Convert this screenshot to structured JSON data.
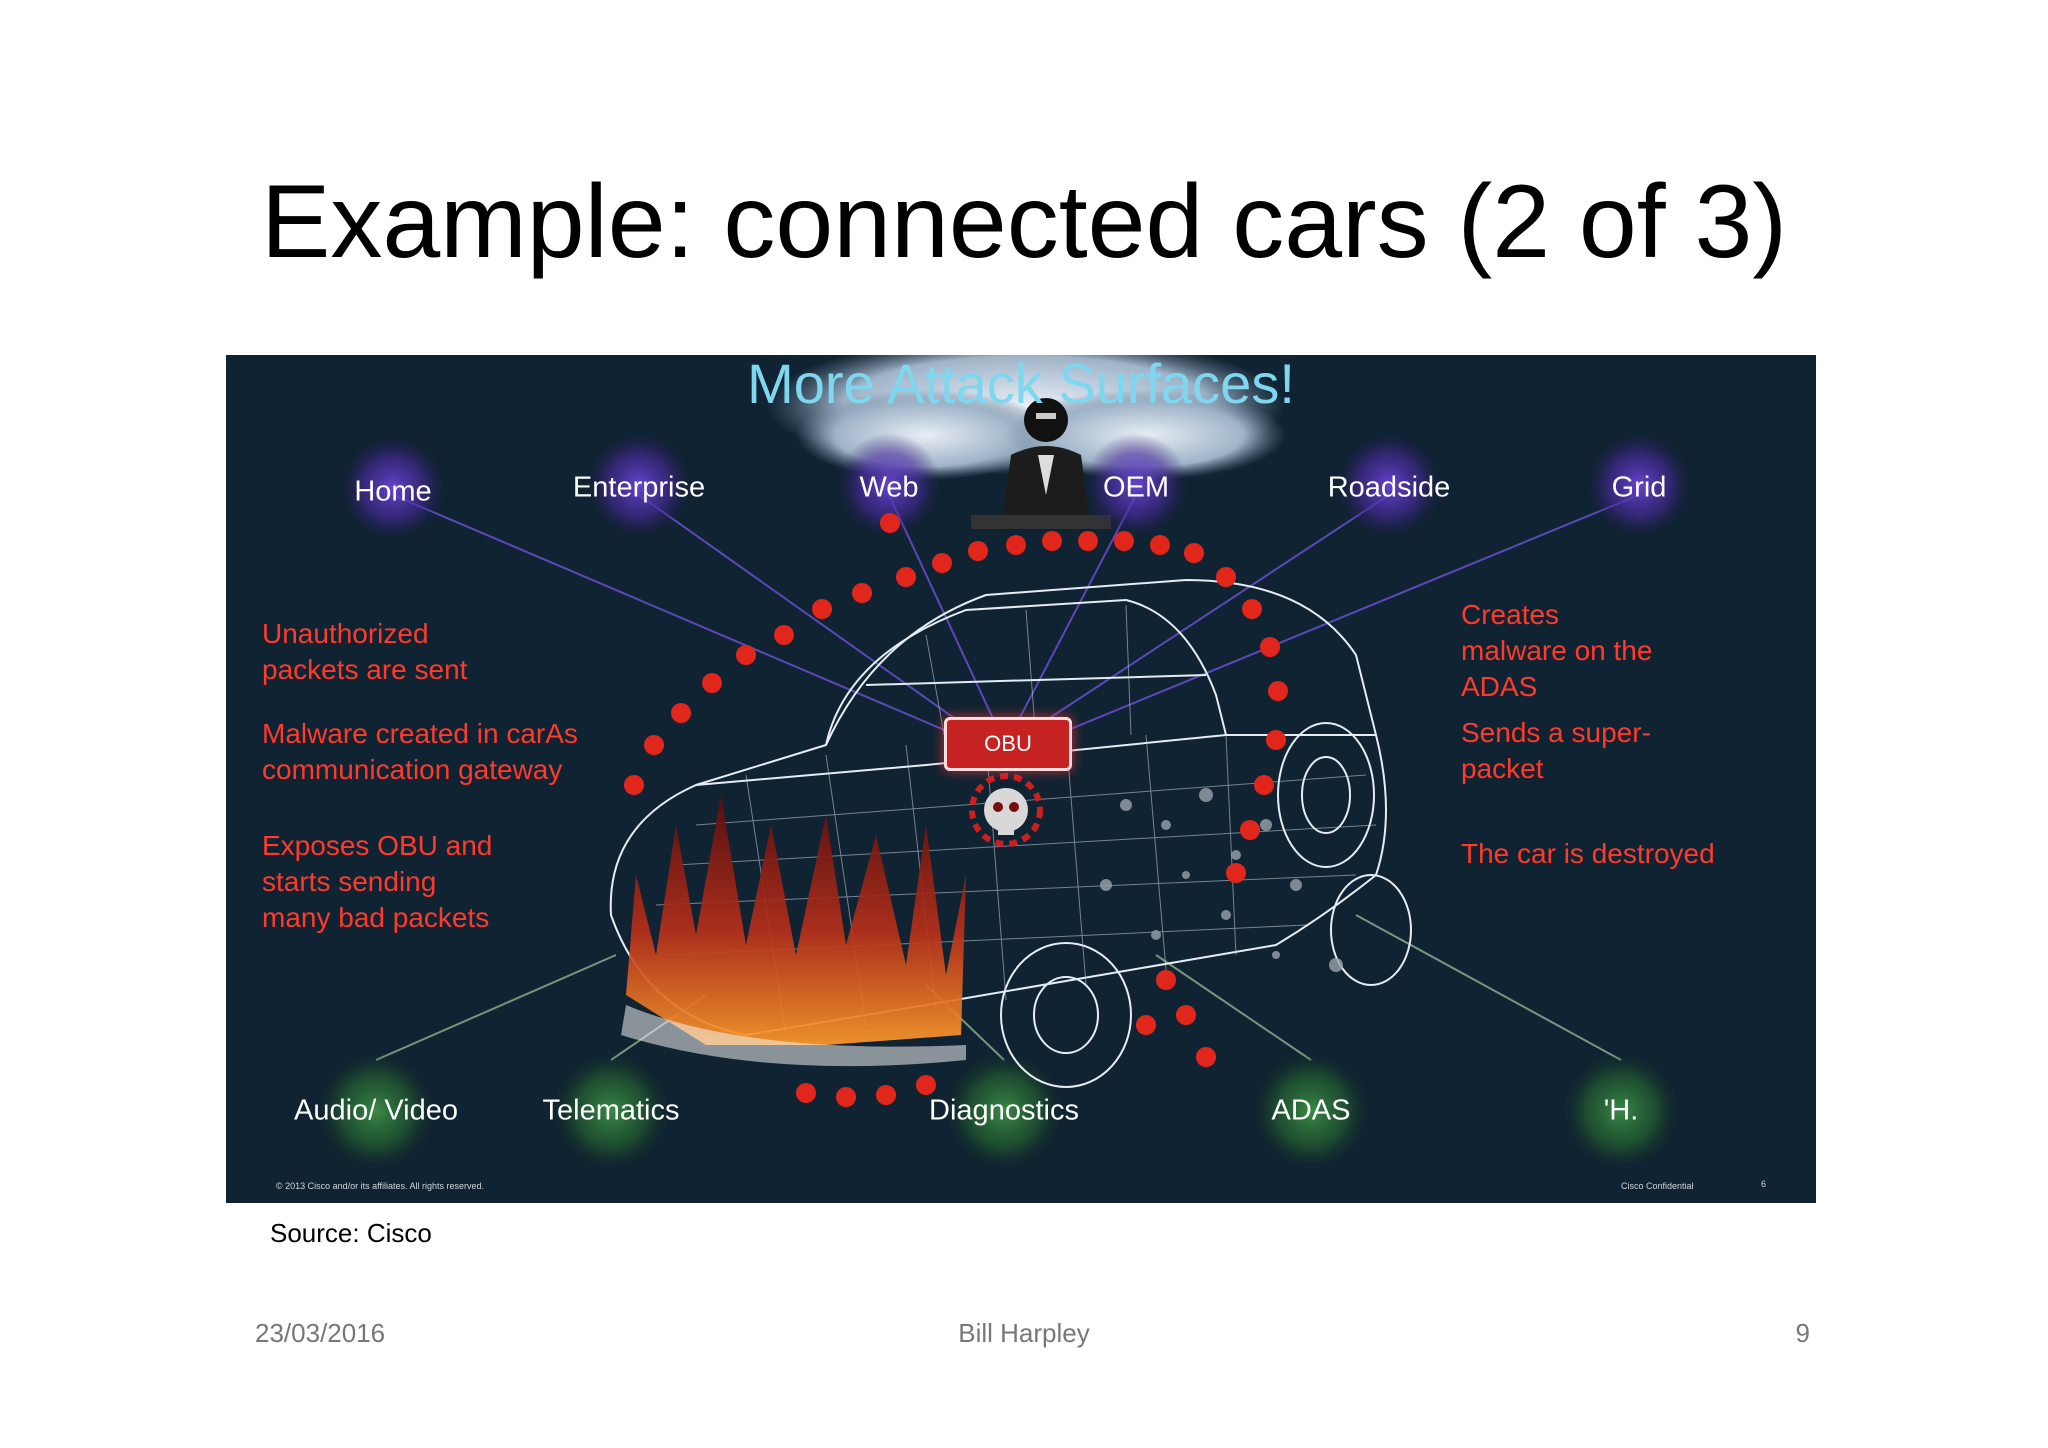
{
  "slide": {
    "title": "Example: connected cars (2 of 3)",
    "source_caption": "Source: Cisco"
  },
  "figure": {
    "heading": "More Attack Surfaces!",
    "obu_label": "OBU",
    "top_nodes": [
      {
        "label": "Home"
      },
      {
        "label": "Enterprise"
      },
      {
        "label": "Web"
      },
      {
        "label": "OEM"
      },
      {
        "label": "Roadside"
      },
      {
        "label": "Grid"
      }
    ],
    "bottom_nodes": [
      {
        "label": "Audio/ Video"
      },
      {
        "label": "Telematics"
      },
      {
        "label": "Diagnostics"
      },
      {
        "label": "ADAS"
      },
      {
        "label": "'H."
      }
    ],
    "left_notes": [
      "Unauthorized\npackets are sent",
      "Malware created in carAs\ncommunication gateway",
      "Exposes OBU and\nstarts sending\nmany bad packets"
    ],
    "right_notes": [
      "Creates\nmalware on the\nADAS",
      "Sends a super-\npacket",
      "The car is destroyed"
    ],
    "copyright": "© 2013 Cisco and/or its affiliates. All rights reserved.",
    "confidential": "Cisco Confidential",
    "inner_page_number": "6"
  },
  "footer": {
    "date": "23/03/2016",
    "author": "Bill Harpley",
    "page_number": "9"
  },
  "colors": {
    "figure_background": "#102332",
    "heading_cyan": "#7fd7ef",
    "alert_red": "#ff3a2a",
    "top_node_glow": "#5a35c8",
    "bottom_node_glow": "#2f7a3a"
  }
}
